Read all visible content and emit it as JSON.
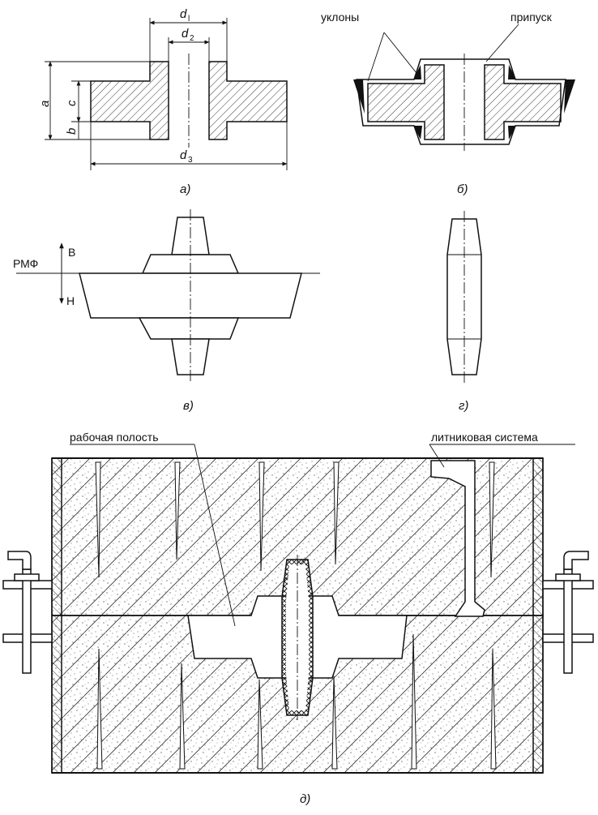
{
  "figure_a": {
    "caption": "а)",
    "dims": {
      "d1": "d",
      "d1_sub": "l",
      "d2": "d",
      "d2_sub": "2",
      "d3": "d",
      "d3_sub": "3",
      "a": "a",
      "c": "c",
      "b": "b"
    }
  },
  "figure_b": {
    "caption": "б)",
    "label_slopes": "уклоны",
    "label_allowance": "припуск"
  },
  "figure_v": {
    "caption": "в)",
    "parting_plane": "РМФ",
    "up": "В",
    "down": "Н"
  },
  "figure_g": {
    "caption": "г)"
  },
  "figure_d": {
    "caption": "д)",
    "label_cavity": "рабочая полость",
    "label_gating": "литниковая система"
  },
  "colors": {
    "line": "#111111",
    "hatch": "#222222",
    "fill": "#ffffff",
    "shade": "#111111"
  }
}
